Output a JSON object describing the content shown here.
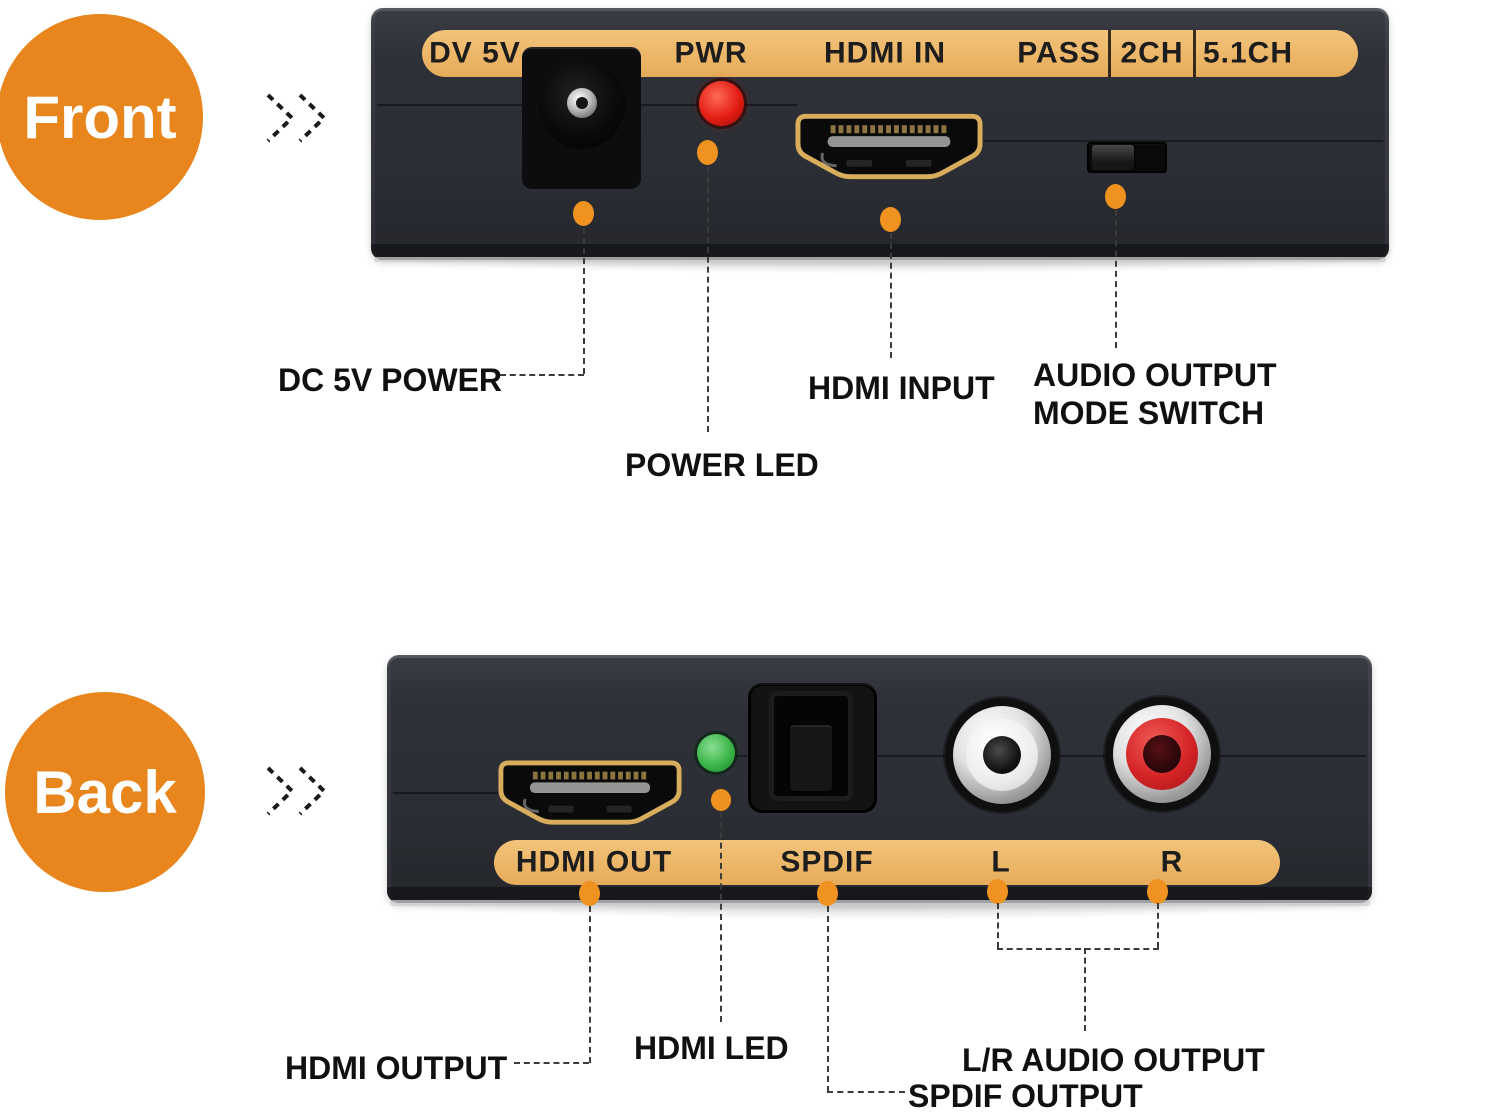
{
  "front": {
    "badge": "Front",
    "strip": [
      "DV 5V",
      "PWR",
      "HDMI IN",
      "PASS",
      "2CH",
      "5.1CH"
    ],
    "callouts": {
      "dc_power": "DC 5V POWER",
      "power_led": "POWER LED",
      "hdmi_input": "HDMI INPUT",
      "audio_mode_line1": "AUDIO OUTPUT",
      "audio_mode_line2": "MODE SWITCH"
    }
  },
  "back": {
    "badge": "Back",
    "strip": [
      "HDMI OUT",
      "SPDIF",
      "L",
      "R"
    ],
    "callouts": {
      "hdmi_output": "HDMI OUTPUT",
      "hdmi_led": "HDMI LED",
      "spdif_output": "SPDIF OUTPUT",
      "lr_audio_output": "L/R AUDIO OUTPUT"
    }
  },
  "colors": {
    "badge_orange": "#E8851C",
    "strip_tan": "#ECB566",
    "marker_orange": "#F09220",
    "led_red": "#E21D14",
    "led_green": "#3CB54A",
    "rca_red": "#D42427",
    "device_body": "#2B2E34",
    "hdmi_gold": "#D8AE5D"
  }
}
